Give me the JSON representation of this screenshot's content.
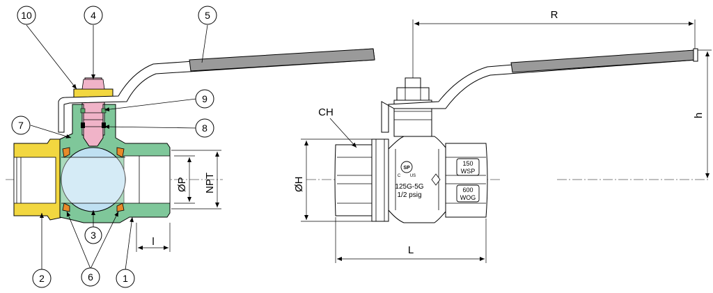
{
  "colors": {
    "body_green": "#7fc79a",
    "end_cap_yellow": "#f2d740",
    "stem_pink": "#f0b3c8",
    "ball_blue": "#bfe0f2",
    "seat_orange": "#e88a2a",
    "handle_grip": "#9a9a9a",
    "handle_steel": "#ffffff"
  },
  "callouts": {
    "c1": "1",
    "c2": "2",
    "c3": "3",
    "c4": "4",
    "c5": "5",
    "c6": "6",
    "c7": "7",
    "c8": "8",
    "c9": "9",
    "c10": "10"
  },
  "section_dims": {
    "bore": "ØP",
    "thread": "NPT",
    "thread_length": "l"
  },
  "side_dims": {
    "hex": "CH",
    "body_dia": "ØH",
    "length": "L",
    "reach": "R",
    "height": "h"
  },
  "body_markings": {
    "cert_mark": "SP",
    "cert_sub_left": "C",
    "cert_sub_right": "US",
    "rating": "125G-5G",
    "pressure": "1/2 psig",
    "wsp_value": "150",
    "wsp_unit": "WSP",
    "wog_value": "600",
    "wog_unit": "WOG"
  }
}
